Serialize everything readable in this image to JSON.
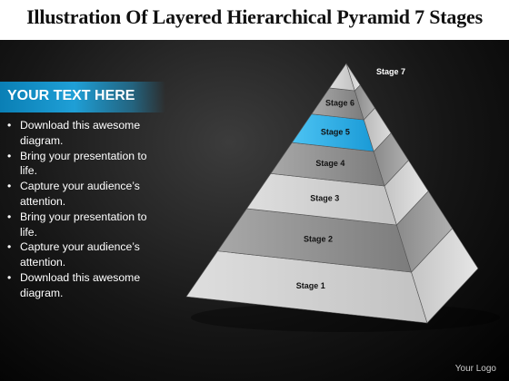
{
  "title": "Illustration Of Layered Hierarchical Pyramid 7 Stages",
  "textbox": {
    "heading": "YOUR TEXT HERE",
    "bullets": [
      "Download this awesome diagram.",
      "Bring your presentation to life.",
      "Capture your audience’s attention.",
      "Bring your presentation to life.",
      "Capture your audience’s attention.",
      "Download this awesome diagram."
    ]
  },
  "pyramid": {
    "levels": [
      {
        "label": "Stage 1",
        "highlight": false
      },
      {
        "label": "Stage 2",
        "highlight": false
      },
      {
        "label": "Stage 3",
        "highlight": false
      },
      {
        "label": "Stage 4",
        "highlight": false
      },
      {
        "label": "Stage 5",
        "highlight": true
      },
      {
        "label": "Stage 6",
        "highlight": false
      },
      {
        "label": "Stage 7",
        "highlight": false
      }
    ],
    "highlight_color": "#1fa6e0"
  },
  "footer": {
    "logo": "Your Logo"
  }
}
